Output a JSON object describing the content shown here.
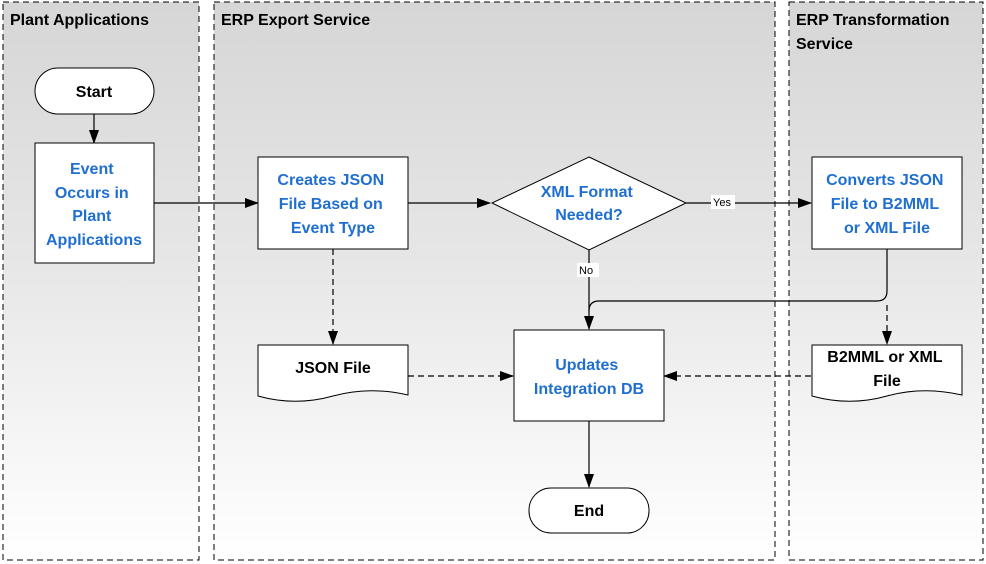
{
  "lanes": {
    "plant": "Plant Applications",
    "export": "ERP Export Service",
    "transform_line1": "ERP Transformation",
    "transform_line2": "Service"
  },
  "nodes": {
    "start": "Start",
    "event": [
      "Event",
      "Occurs in",
      "Plant",
      "Applications"
    ],
    "create_json": [
      "Creates JSON",
      "File Based on",
      "Event Type"
    ],
    "decision": [
      "XML Format",
      "Needed?"
    ],
    "convert": [
      "Converts JSON",
      "File to B2MML",
      "or XML File"
    ],
    "json_file": "JSON File",
    "updates": [
      "Updates",
      "Integration DB"
    ],
    "b2mml_file": [
      "B2MML or XML",
      "File"
    ],
    "end": "End"
  },
  "edges": {
    "yes": "Yes",
    "no": "No"
  },
  "colors": {
    "link_blue": "#1f6fd0",
    "lane_fill_top": "#d7d7d7",
    "lane_fill_bottom": "#ffffff",
    "stroke": "#000000"
  }
}
